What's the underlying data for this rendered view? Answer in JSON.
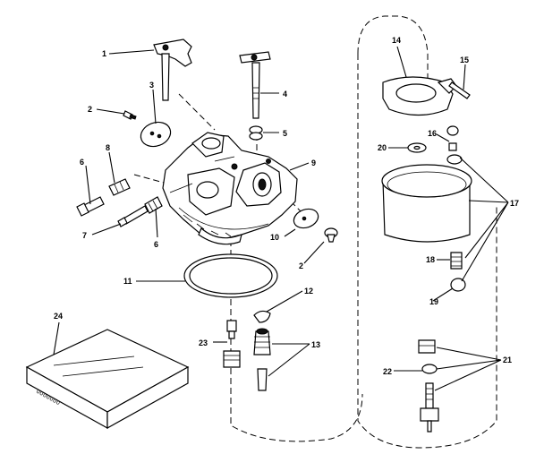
{
  "callouts": {
    "c1": "1",
    "c2a": "2",
    "c2b": "2",
    "c3": "3",
    "c4": "4",
    "c5": "5",
    "c6": "6",
    "c7": "7",
    "c8": "8",
    "c9": "9",
    "c10": "10",
    "c11": "11",
    "c12": "12",
    "c13": "13",
    "c14": "14",
    "c15": "15",
    "c16": "16",
    "c17": "17",
    "c18": "18",
    "c19": "19",
    "c20": "20",
    "c21": "21",
    "c22": "22",
    "c23": "23",
    "c24": "24"
  },
  "kit_box_text": "ooooooo"
}
